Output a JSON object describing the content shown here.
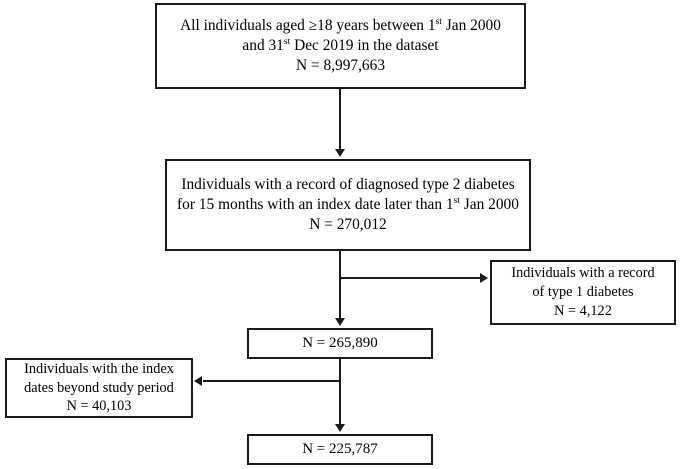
{
  "figure": {
    "type": "study-flow-diagram",
    "colors": {
      "box_border": "#1a1a1a",
      "connector": "#1a1a1a",
      "background": "#ffffff",
      "text": "#000000"
    }
  },
  "nodes": {
    "cohort_total": {
      "line1_a": "All individuals aged ≥18 years between 1",
      "line1_sup": "st",
      "line1_b": " Jan 2000",
      "line2_a": "and 31",
      "line2_sup": "st",
      "line2_b": " Dec 2019 in the dataset",
      "line3": "N = 8,997,663",
      "count": 8997663
    },
    "t2d_cohort": {
      "line1": "Individuals with a record of diagnosed type 2 diabetes",
      "line2_a": "for 15 months with an index date later than 1",
      "line2_sup": "st",
      "line2_b": " Jan 2000",
      "line3": "N =  270,012",
      "count": 270012
    },
    "excluded_t1d": {
      "line1": "Individuals with a record",
      "line2": "of type 1 diabetes",
      "line3": "N = 4,122",
      "count": 4122
    },
    "after_t1d_exclusion": {
      "line1": "N = 265,890",
      "count": 265890
    },
    "excluded_index_date": {
      "line1": "Individuals with the index",
      "line2": "dates beyond study period",
      "line3": "N = 40,103",
      "count": 40103
    },
    "final_cohort": {
      "line1": "N = 225,787",
      "count": 225787
    }
  }
}
